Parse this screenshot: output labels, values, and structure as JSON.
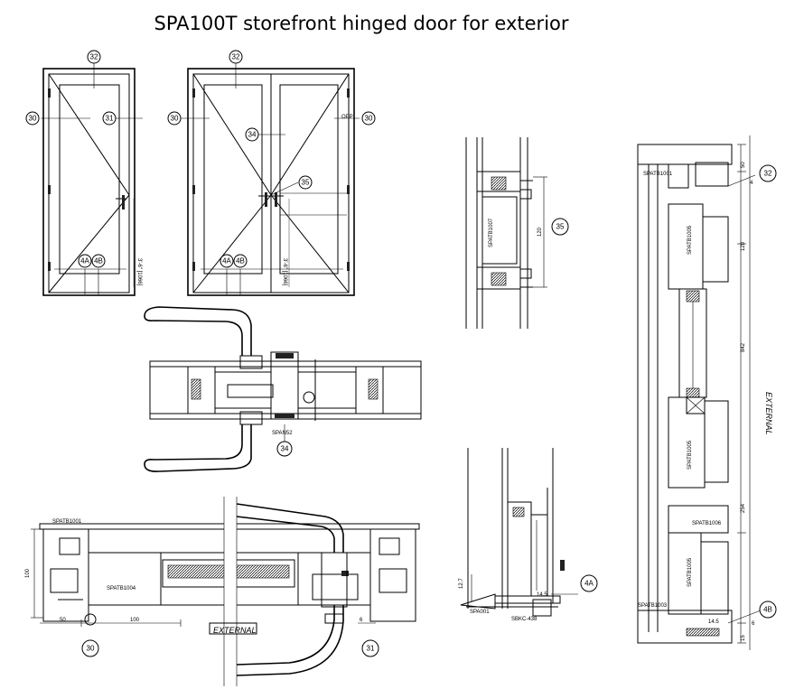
{
  "title": "SPA100T storefront hinged door for exterior",
  "callouts": {
    "c30": "30",
    "c31": "31",
    "c32": "32",
    "c34": "34",
    "c35": "35",
    "c4a": "4A",
    "c4b": "4B"
  },
  "labels": {
    "spatb1001": "SPATB1001",
    "spatb1004": "SPATB1004",
    "spatb1005": "SPATB1005",
    "spatb1006": "SPATB1006",
    "spatb1003": "SPATB1003",
    "spatb1007": "SPATB1007",
    "span52": "SPAN52",
    "spa001": "SPA001",
    "sbkc": "SBKC-438",
    "opp": "OPP",
    "handle_height": "3'-6\" [1066]",
    "external": "EXTERNAL"
  },
  "dimensions": {
    "d50": "50",
    "d100": "100",
    "d6": "6",
    "d12_7": "12.7",
    "d14_5": "14.5",
    "d120": "120",
    "d50b": "50",
    "d4": "4",
    "d254": "254",
    "d15": "15",
    "d842": "842"
  }
}
